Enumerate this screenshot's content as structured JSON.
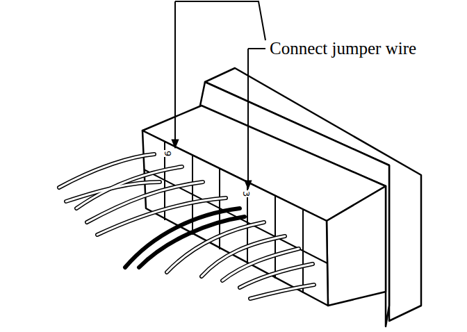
{
  "diagram": {
    "labels": [
      "Connect jumper wire",
      "9",
      "3"
    ]
  }
}
